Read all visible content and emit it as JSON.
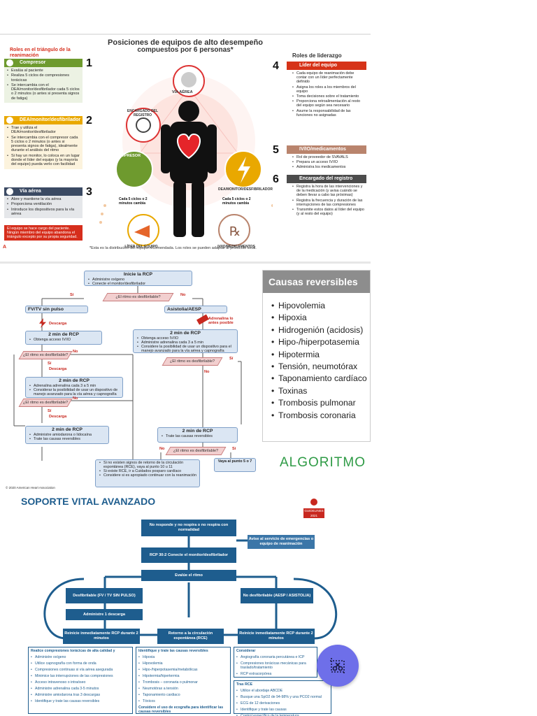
{
  "panel1": {
    "title": "Posiciones de equipos de alto desempeño",
    "subtitle": "compuestos por 6 personas*",
    "triangle_label": "Roles en el triángulo de la reanimación",
    "roles_left": [
      {
        "num": "1",
        "head": "Compresor",
        "color": "#6e9a2e",
        "items": [
          "Evalúa al paciente",
          "Realiza 5 ciclos de compresiones torácicas",
          "Se intercambia con el DEA/monitor/desfibrilador cada 5 ciclos o 2 minutos (o antes si presenta signos de fatiga)"
        ]
      },
      {
        "num": "2",
        "head": "DEA/monitor/desfibrilador",
        "color": "#e9a800",
        "items": [
          "Trae y utiliza el DEA/monitor/desfibrilador",
          "Se intercambia con el compresor cada 5 ciclos o 2 minutos (o antes si presenta signos de fatiga), idealmente durante el análisis del ritmo",
          "Si hay un monitor, lo coloca en un lugar donde el líder del equipo (y la mayoría del equipo) pueda verlo con facilidad"
        ]
      },
      {
        "num": "3",
        "head": "Vía aérea",
        "color": "#3b4a63",
        "items": [
          "Abre y mantiene la vía aérea",
          "Proporciona ventilación",
          "Introduce los dispositivos para la vía aérea"
        ]
      }
    ],
    "warning": "El equipo se hace cargo del paciente. Ningún miembro del equipo abandona el triángulo excepto por su propia seguridad.",
    "panel_letter": "A",
    "right_title": "Roles de liderazgo",
    "roles_right": [
      {
        "num": "4",
        "head": "Líder del equipo",
        "color": "#d63318",
        "items": [
          "Cada equipo de reanimación debe contar con un líder perfectamente definido",
          "Asigna los roles a los miembros del equipo",
          "Toma decisiones sobre el tratamiento",
          "Proporciona retroalimentación al resto del equipo según sea necesario",
          "Asume la responsabilidad de las funciones no asignadas"
        ]
      },
      {
        "num": "5",
        "head": "IV/IO/medicamentos",
        "color": "#b9846d",
        "items": [
          "Rol de proveedor de SVAVALS",
          "Prepara un acceso IV/IO",
          "Administra los medicamentos"
        ]
      },
      {
        "num": "6",
        "head": "Encargado del registro",
        "color": "#4c4c4c",
        "items": [
          "Registra la hora de las intervenciones y de la medicación (y avisa cuándo se deben llevar a cabo las próximas)",
          "Registra la frecuencia y duración de las interrupciones de las compresiones",
          "Transmite estos datos al líder del equipo (y al resto del equipo)"
        ]
      }
    ],
    "circle_labels": {
      "via_aerea": "VÍA AÉREA",
      "registro": "ENCARGADO DEL REGISTRO",
      "compresor": "COMPRESOR",
      "dea": "DEA/MONITOR/DESFIBRILADOR",
      "lider": "LÍDER DEL EQUIPO",
      "iv": "IV/IO/MEDICAMENTOS"
    },
    "cycle_left": "Cada 5 ciclos o 2 minutos cambia",
    "cycle_right": "Cada 5 ciclos o 2 minutos cambia",
    "footnote": "*Esta es la distribución del equipo recomendada. Los roles se pueden adaptar al protocolo local."
  },
  "panel2": {
    "start": {
      "title": "Inicie la RCP",
      "items": [
        "Administre oxígeno",
        "Conecte el monitor/desfibrilador"
      ]
    },
    "q1": "¿El ritmo es desfibrilable?",
    "si": "Sí",
    "no": "No",
    "fv": "FV/TV sin pulso",
    "asist": "Asistolia/AESP",
    "descarga": "Descarga",
    "adrenalina": "Adrenalina lo antes posible",
    "rcp_left1": {
      "title": "2 min de RCP",
      "items": [
        "Obtenga acceso IV/IO"
      ]
    },
    "rcp_left2": {
      "title": "2 min de RCP",
      "items": [
        "Adrenalina adrenalina cada 3 a 5 min",
        "Considerar la posibilidad de usar un dispositivo de manejo avanzado para la vía aérea y capnografía"
      ]
    },
    "rcp_left3": {
      "title": "2 min de RCP",
      "items": [
        "Administre amiodarona o lidocaína",
        "Trate las causas reversibles"
      ]
    },
    "rcp_right1": {
      "title": "2 min de RCP",
      "items": [
        "Obtenga acceso IV/IO",
        "Administre adrenalina cada 3 a 5 min",
        "Considere la posibilidad de usar un dispositivo para el manejo avanzado para la vía aérea y capnografía"
      ]
    },
    "rcp_right2": {
      "title": "2 min de RCP",
      "items": [
        "Trate las causas reversibles"
      ]
    },
    "final": {
      "items": [
        "Si no existen signos de retorno de la circulación espontánea (RCE), vaya al punto 10 u 11",
        "Si existe RCE, ir a Cuidados posparo cardíaco",
        "Considere si es apropiado continuar con la reanimación"
      ]
    },
    "goto": "Vaya al punto 5 o 7",
    "copyright": "© 2020 American Heart Association",
    "causes_title": "Causas reversibles",
    "causes": [
      "Hipovolemia",
      "Hipoxia",
      "Hidrogenión (acidosis)",
      "Hipo-/hiperpotasemia",
      "Hipotermia",
      "Tensión, neumotórax",
      "Taponamiento cardíaco",
      "Toxinas",
      "Trombosis pulmonar",
      "Trombosis coronaria"
    ],
    "algoritmo": "ALGORITMO"
  },
  "panel3": {
    "title": "SOPORTE VITAL AVANZADO",
    "logo_text": "GUIDELINES 2021",
    "b1": "No responde y no respira o no respira con normalidad",
    "b_aviso": "Avise al servicio de emergencias o equipo de reanimación",
    "b2": "RCP 30:2 Conecte el monitor/desfibrilador",
    "b3": "Evalúe el ritmo",
    "b_desf": "Desfibrilable (FV / TV SIN PULSO)",
    "b_nodesf": "No desfibrilable (AESP / ASISTOLIA)",
    "b_desc": "Administre 1 descarga",
    "b_rcp1": "Reinicie inmediatamente RCP durante 2 minutos",
    "b_rce": "Retorno a la circulación espontánea (RCE)",
    "b_rcp2": "Reinicie inmediatamente RCP durante 2 minutos",
    "list1": {
      "title": "Realice compresiones torácicas de alta calidad y",
      "items": [
        "Administre oxígeno",
        "Utilice capnografía con forma de onda",
        "Compresiones continuas si vía aérea asegurada",
        "Minimice las interrupciones de las compresiones",
        "Acceso intravenoso o intraóseo",
        "Administre adrenalina cada 3-5 minutos",
        "Administre amiodarona tras 3 descargas",
        "Identifique y trate las causas reversibles"
      ]
    },
    "list2": {
      "title": "Identifique y trate las causas reversibles",
      "items": [
        "Hipoxia",
        "Hipovolemia",
        "Hipo-/hiperpotasemia/metabólicas",
        "Hipotermia/hipertermia",
        "Trombosis – coronaria o pulmonar",
        "Neumotórax a tensión",
        "Taponamiento cardiaco",
        "Tóxicos"
      ],
      "footer": "Considere el uso de ecografía para identificar las causas reversibles"
    },
    "list3": {
      "title": "Considerar",
      "items": [
        "Angiografía coronaria percutánea e ICP",
        "Compresiones torácicas mecánicas para traslado/tratamiento",
        "RCP extracorpórea"
      ]
    },
    "list4": {
      "title": "Tras RCE",
      "items": [
        "Utilice el abordaje ABCDE",
        "Busque una SpO2 de 94-98% y una PCO2 normal",
        "ECG de 12 derivaciones",
        "Identifique y trate las causas",
        "Control específico de la temperatura"
      ]
    }
  },
  "colors": {
    "aha_red": "#d62e1c",
    "erc_blue": "#1e5d8e",
    "algo_green": "#2f9b46",
    "fab": "#6e6fe9"
  },
  "fab_icon": "scissors-crop-icon"
}
